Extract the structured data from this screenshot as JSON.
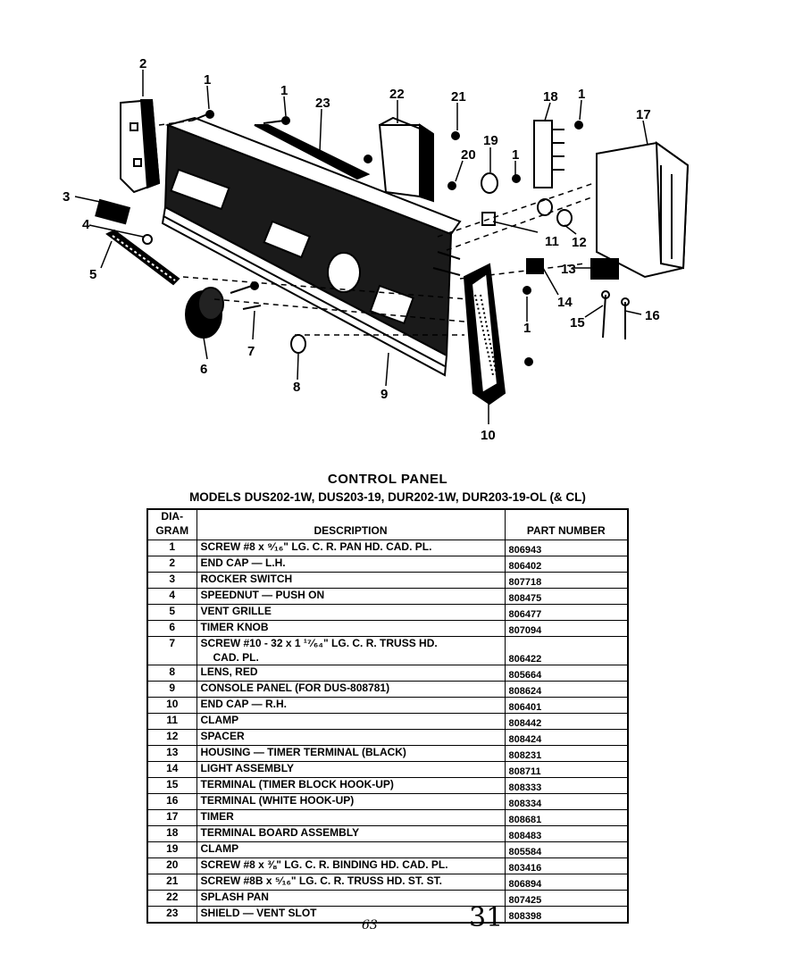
{
  "diagram": {
    "callouts": [
      "1",
      "1",
      "1",
      "1",
      "1",
      "2",
      "3",
      "4",
      "5",
      "6",
      "7",
      "8",
      "9",
      "10",
      "11",
      "12",
      "13",
      "14",
      "15",
      "16",
      "17",
      "18",
      "19",
      "20",
      "21",
      "22",
      "23"
    ]
  },
  "title": "CONTROL PANEL",
  "subtitle": "MODELS DUS202-1W, DUS203-19, DUR202-1W, DUR203-19-OL (& CL)",
  "table": {
    "headers": {
      "diagram_line1": "DIA-",
      "diagram_line2": "GRAM",
      "description": "DESCRIPTION",
      "part_number": "PART NUMBER"
    },
    "rows": [
      {
        "num": "1",
        "desc": "SCREW #8 x ⁹⁄₁₆\" LG. C. R. PAN HD. CAD. PL.",
        "pn": "806943"
      },
      {
        "num": "2",
        "desc": "END CAP — L.H.",
        "pn": "806402"
      },
      {
        "num": "3",
        "desc": "ROCKER SWITCH",
        "pn": "807718"
      },
      {
        "num": "4",
        "desc": "SPEEDNUT — PUSH ON",
        "pn": "808475"
      },
      {
        "num": "5",
        "desc": "VENT GRILLE",
        "pn": "806477"
      },
      {
        "num": "6",
        "desc": "TIMER KNOB",
        "pn": "807094"
      },
      {
        "num": "7",
        "desc": "SCREW #10 - 32 x 1 ¹⁷⁄₆₄\" LG. C. R. TRUSS HD.",
        "desc2": "CAD. PL.",
        "pn": "806422"
      },
      {
        "num": "8",
        "desc": "LENS, RED",
        "pn": "805664"
      },
      {
        "num": "9",
        "desc": "CONSOLE PANEL (FOR DUS-808781)",
        "pn": "808624"
      },
      {
        "num": "10",
        "desc": "END CAP — R.H.",
        "pn": "806401"
      },
      {
        "num": "11",
        "desc": "CLAMP",
        "pn": "808442"
      },
      {
        "num": "12",
        "desc": "SPACER",
        "pn": "808424"
      },
      {
        "num": "13",
        "desc": "HOUSING — TIMER TERMINAL (BLACK)",
        "pn": "808231"
      },
      {
        "num": "14",
        "desc": "LIGHT ASSEMBLY",
        "pn": "808711"
      },
      {
        "num": "15",
        "desc": "TERMINAL (TIMER BLOCK HOOK-UP)",
        "pn": "808333"
      },
      {
        "num": "16",
        "desc": "TERMINAL (WHITE HOOK-UP)",
        "pn": "808334"
      },
      {
        "num": "17",
        "desc": "TIMER",
        "pn": "808681"
      },
      {
        "num": "18",
        "desc": "TERMINAL BOARD ASSEMBLY",
        "pn": "808483"
      },
      {
        "num": "19",
        "desc": "CLAMP",
        "pn": "805584"
      },
      {
        "num": "20",
        "desc": "SCREW #8 x ⅜\" LG. C. R. BINDING HD. CAD. PL.",
        "pn": "803416"
      },
      {
        "num": "21",
        "desc": "SCREW #8B x ⁵⁄₁₆\" LG. C. R. TRUSS HD. ST. ST.",
        "pn": "806894"
      },
      {
        "num": "22",
        "desc": "SPLASH PAN",
        "pn": "807425"
      },
      {
        "num": "23",
        "desc": "SHIELD — VENT SLOT",
        "pn": "808398"
      }
    ]
  },
  "footer": {
    "code": "63",
    "page": "31"
  }
}
